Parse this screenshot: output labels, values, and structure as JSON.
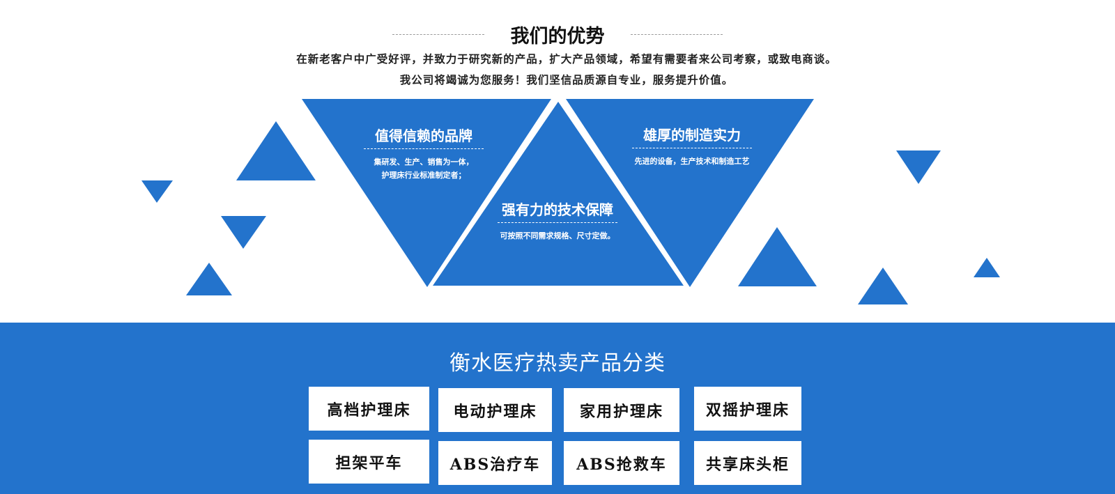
{
  "advantages": {
    "title": "我们的优势",
    "description": "在新老客户中广受好评，并致力于研究新的产品，扩大产品领域，希望有需要者来公司考察，或致电商谈。我公司将竭诚为您服务！我们坚信品质源自专业，服务提升价值。",
    "cards": [
      {
        "title": "值得信赖的品牌",
        "lines": [
          "集研发、生产、销售为一体，",
          "护理床行业标准制定者；"
        ]
      },
      {
        "title": "强有力的技术保障",
        "lines": [
          "可按照不同需求规格、尺寸定做。"
        ]
      },
      {
        "title": "雄厚的制造实力",
        "lines": [
          "先进的设备，生产技术和制造工艺"
        ]
      }
    ]
  },
  "categories": {
    "title": "衡水医疗热卖产品分类",
    "items": [
      "高档护理床",
      "电动护理床",
      "家用护理床",
      "双摇护理床",
      "担架平车",
      "ABS治疗车",
      "ABS抢救车",
      "共享床头柜"
    ]
  },
  "colors": {
    "primary_blue": "#2373cc",
    "text_dark": "#222222"
  }
}
